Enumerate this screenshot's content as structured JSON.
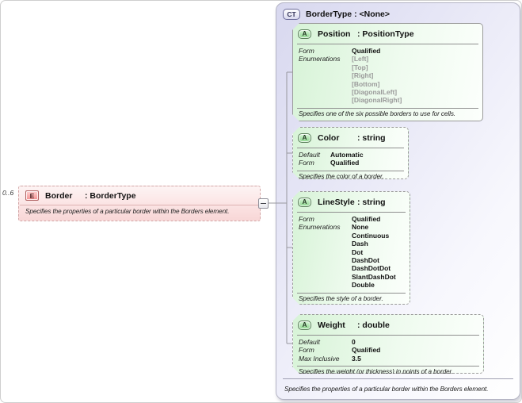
{
  "colors": {
    "element_fill": "#f8d6d6",
    "element_border": "#d2a6a6",
    "attribute_fill": "#d7f3d7",
    "attribute_border": "#9a9a9a",
    "container_fill": "#dcdcf0",
    "container_border": "#b4b4c4",
    "connector": "#98989f",
    "muted_enum_text": "#9a9a9a"
  },
  "icons": {
    "element_glyph": "E",
    "complex_type_glyph": "CT",
    "attribute_glyph": "A",
    "collapse_glyph": "-"
  },
  "element": {
    "occurrence": "0..6",
    "name": "Border",
    "type": ": BorderType",
    "description": "Specifies the properties of a particular border within the Borders element."
  },
  "complex_type": {
    "title": "BorderType : <None>",
    "description": "Specifies the properties of a particular border within the Borders element.",
    "attributes": [
      {
        "name": "Position",
        "type": ": PositionType",
        "props": [
          {
            "label": "Form",
            "values": [
              "Qualified"
            ]
          },
          {
            "label": "Enumerations",
            "values": [
              "[Left]",
              "[Top]",
              "[Right]",
              "[Bottom]",
              "[DiagonalLeft]",
              "[DiagonalRight]"
            ]
          }
        ],
        "description": "Specifies one of the six possible borders to use for cells."
      },
      {
        "name": "Color",
        "type": ": string",
        "props": [
          {
            "label": "Default",
            "values": [
              "Automatic"
            ]
          },
          {
            "label": "Form",
            "values": [
              "Qualified"
            ]
          }
        ],
        "description": "Specifies the color of a border."
      },
      {
        "name": "LineStyle",
        "type": ": string",
        "props": [
          {
            "label": "Form",
            "values": [
              "Qualified"
            ]
          },
          {
            "label": "Enumerations",
            "values": [
              "None",
              "Continuous",
              "Dash",
              "Dot",
              "DashDot",
              "DashDotDot",
              "SlantDashDot",
              "Double"
            ]
          }
        ],
        "description": "Specifies the style of a border."
      },
      {
        "name": "Weight",
        "type": ": double",
        "props": [
          {
            "label": "Default",
            "values": [
              "0"
            ]
          },
          {
            "label": "Form",
            "values": [
              "Qualified"
            ]
          },
          {
            "label": "Max Inclusive",
            "values": [
              "3.5"
            ]
          }
        ],
        "description": "Specifies the weight (or thickness) in points of a border."
      }
    ]
  }
}
